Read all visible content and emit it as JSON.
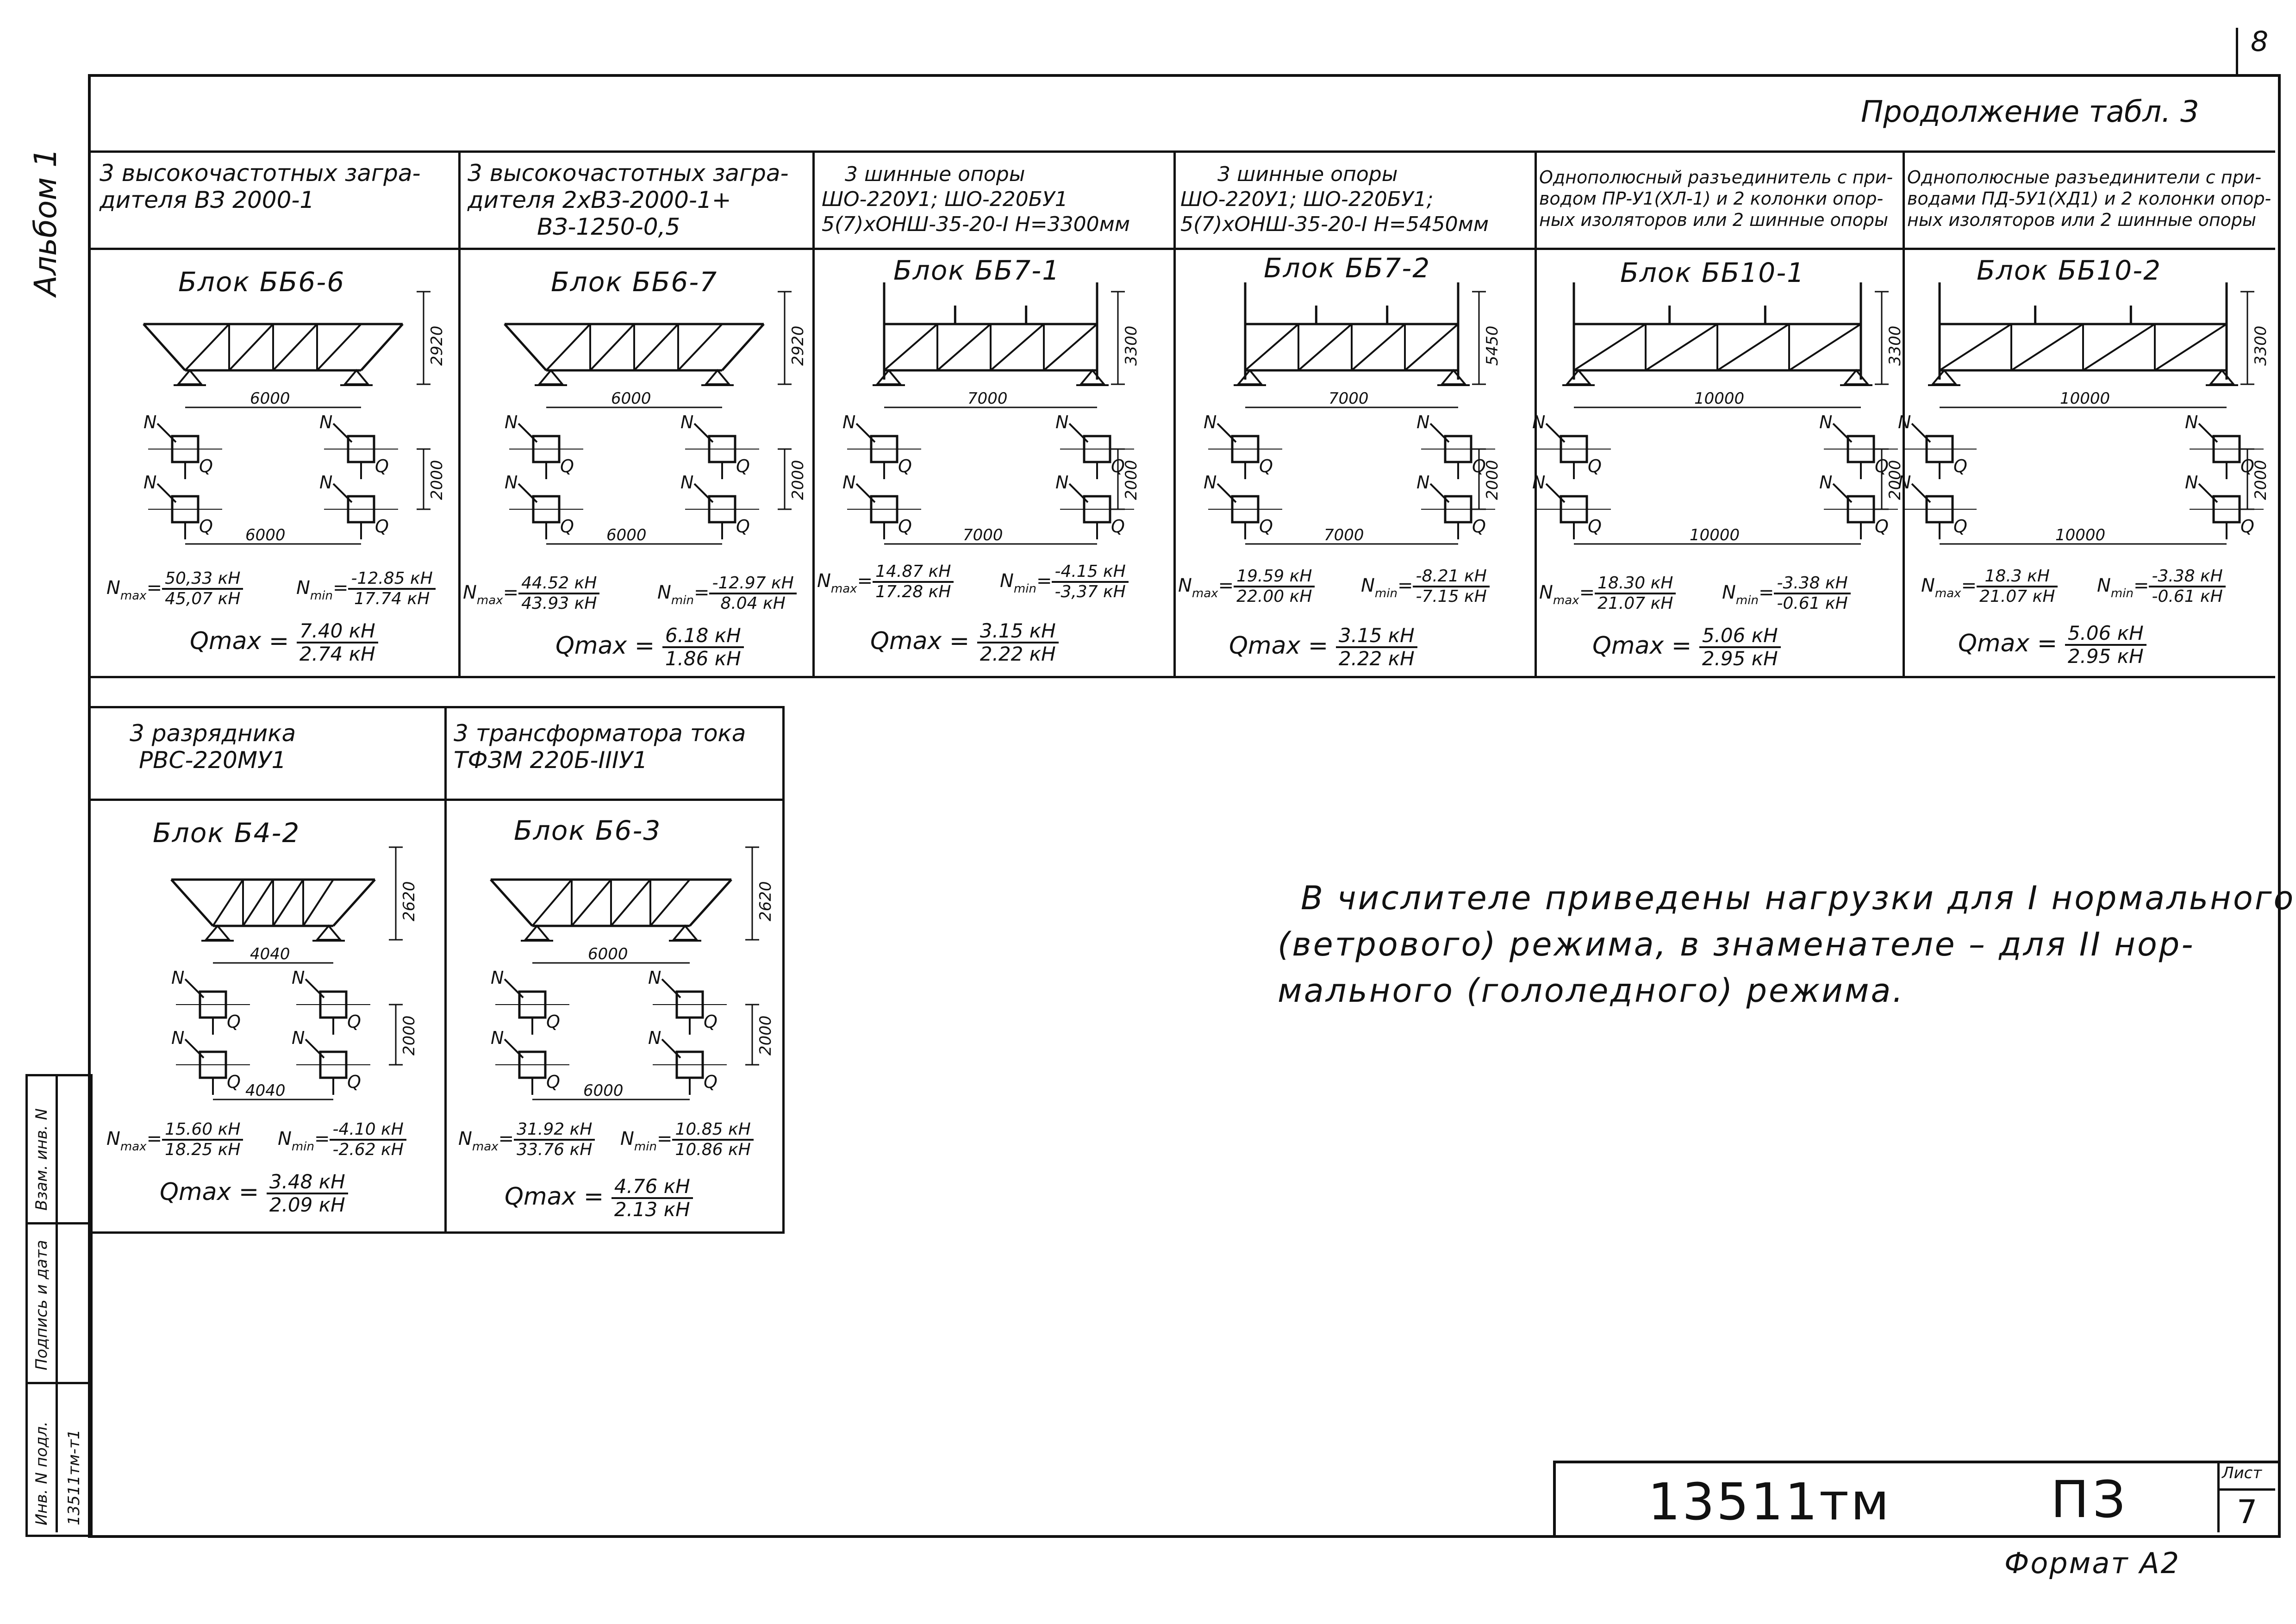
{
  "page": {
    "page_num": "8",
    "continuation": "Продолжение табл. 3",
    "album": "Альбом 1",
    "side_labels": [
      "Взам. инв. N",
      "Подпись и дата",
      "Инв. N подл."
    ],
    "inv_number": "13511тм-т1",
    "note": [
      "В числителе приведены нагрузки для I нормального",
      "(ветрового) режима, в знаменателе – для II нор-",
      "мального (гололедного) режима."
    ],
    "stamp": {
      "doc": "13511тм",
      "code": "ПЗ",
      "sheet_label": "Лист",
      "sheet": "7"
    },
    "format": "Формат А2"
  },
  "row1": [
    {
      "head": [
        "3 высокочастотных загра-",
        "дителя ВЗ 2000-1"
      ],
      "small": false,
      "block": "Блок ББ6-6",
      "height": "2920",
      "span1": "6000",
      "span2": "6000",
      "side": "2000",
      "nmax_num": "50,33 кН",
      "nmax_den": "45,07 кН",
      "nmin_num": "-12.85 кН",
      "nmin_den": "17.74 кН",
      "qmax_num": "7.40 кН",
      "qmax_den": "2.74 кН"
    },
    {
      "head": [
        "3 высокочастотных загра-",
        "дителя 2хВЗ-2000-1+",
        "ВЗ-1250-0,5"
      ],
      "small": false,
      "block": "Блок ББ6-7",
      "height": "2920",
      "span1": "6000",
      "span2": "6000",
      "side": "2000",
      "nmax_num": "44.52 кН",
      "nmax_den": "43.93 кН",
      "nmin_num": "-12.97 кН",
      "nmin_den": "8.04 кН",
      "qmax_num": "6.18 кН",
      "qmax_den": "1.86 кН"
    },
    {
      "head": [
        "3 шинные опоры",
        "ШО-220У1; ШО-220БУ1",
        "5(7)хОНШ-35-20-I  Н=3300мм"
      ],
      "small": false,
      "block": "Блок ББ7-1",
      "height": "3300",
      "span1": "7000",
      "span2": "7000",
      "side": "2000",
      "nmax_num": "14.87 кН",
      "nmax_den": "17.28 кН",
      "nmin_num": "-4.15 кН",
      "nmin_den": "-3,37 кН",
      "qmax_num": "3.15 кН",
      "qmax_den": "2.22 кН"
    },
    {
      "head": [
        "3 шинные опоры",
        "ШО-220У1; ШО-220БУ1;",
        "5(7)хОНШ-35-20-I  Н=5450мм"
      ],
      "small": false,
      "block": "Блок ББ7-2",
      "height": "5450",
      "span1": "7000",
      "span2": "7000",
      "side": "2000",
      "nmax_num": "19.59 кН",
      "nmax_den": "22.00 кН",
      "nmin_num": "-8.21 кН",
      "nmin_den": "-7.15 кН",
      "qmax_num": "3.15 кН",
      "qmax_den": "2.22 кН"
    },
    {
      "head": [
        "Однополюсный разъединитель с при-",
        "водом ПР-У1(ХЛ-1) и 2 колонки опор-",
        "ных изоляторов или 2 шинные опоры"
      ],
      "small": true,
      "block": "Блок ББ10-1",
      "height": "3300",
      "span1": "10000",
      "span2": "10000",
      "side": "2000",
      "nmax_num": "18.30 кН",
      "nmax_den": "21.07 кН",
      "nmin_num": "-3.38 кН",
      "nmin_den": "-0.61 кН",
      "qmax_num": "5.06 кН",
      "qmax_den": "2.95 кН"
    },
    {
      "head": [
        "Однополюсные разъединители с при-",
        "водами ПД-5У1(ХД1) и 2 колонки опор-",
        "ных изоляторов или 2 шинные опоры"
      ],
      "small": true,
      "block": "Блок ББ10-2",
      "height": "3300",
      "span1": "10000",
      "span2": "10000",
      "side": "2000",
      "nmax_num": "18.3 кН",
      "nmax_den": "21.07 кН",
      "nmin_num": "-3.38 кН",
      "nmin_den": "-0.61 кН",
      "qmax_num": "5.06 кН",
      "qmax_den": "2.95 кН"
    }
  ],
  "row2": [
    {
      "head": [
        "3 разрядника",
        "РВС-220МУ1"
      ],
      "small": false,
      "block": "Блок Б4-2",
      "height": "2620",
      "span1": "4040",
      "span2": "4040",
      "side": "2000",
      "nmax_num": "15.60 кН",
      "nmax_den": "18.25 кН",
      "nmin_num": "-4.10 кН",
      "nmin_den": "-2.62 кН",
      "qmax_num": "3.48 кН",
      "qmax_den": "2.09 кН"
    },
    {
      "head": [
        "3 трансформатора тока",
        "ТФЗМ 220Б-IIIУ1"
      ],
      "small": false,
      "block": "Блок Б6-3",
      "height": "2620",
      "span1": "6000",
      "span2": "6000",
      "side": "2000",
      "nmax_num": "31.92 кН",
      "nmax_den": "33.76 кН",
      "nmin_num": "10.85 кН",
      "nmin_den": "10.86 кН",
      "qmax_num": "4.76 кН",
      "qmax_den": "2.13 кН"
    }
  ],
  "labels": {
    "N": "N",
    "Q": "Q",
    "nmax": "N",
    "nmax_sub": "max",
    "nmin": "N",
    "nmin_sub": "min",
    "qmax": "Qmax ="
  }
}
